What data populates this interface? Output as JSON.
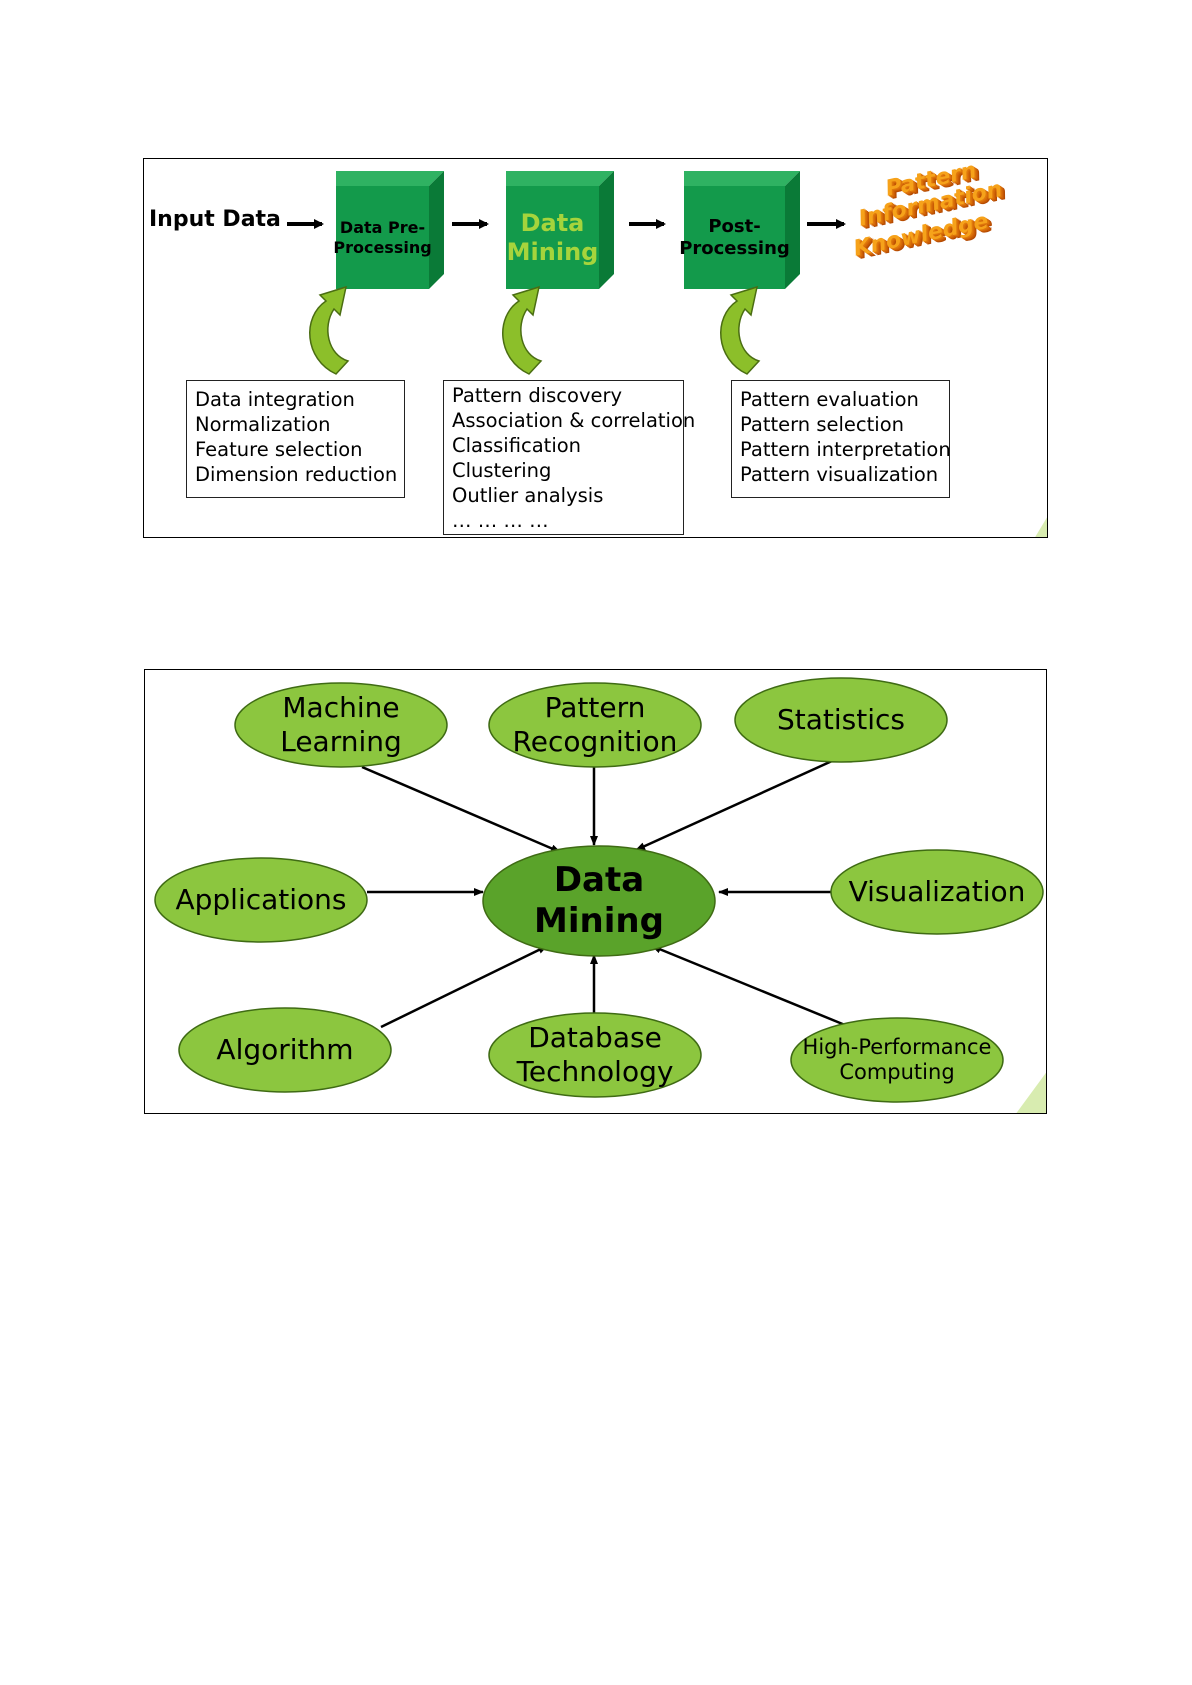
{
  "process_diagram": {
    "input_label": "Input Data",
    "stages": [
      {
        "label": "Data Pre-\nProcessing",
        "text_color": "#000000"
      },
      {
        "label": "Data\nMining",
        "text_color": "#a6d43c"
      },
      {
        "label": "Post-\nProcessing",
        "text_color": "#000000"
      }
    ],
    "output_words": [
      "Pattern",
      "Information",
      "Knowledge"
    ],
    "task_lists": [
      [
        "Data integration",
        "Normalization",
        "Feature selection",
        "Dimension reduction"
      ],
      [
        "Pattern discovery",
        "Association & correlation",
        "Classification",
        "Clustering",
        "Outlier analysis",
        "… … … …"
      ],
      [
        "Pattern evaluation",
        "Pattern selection",
        "Pattern interpretation",
        "Pattern visualization"
      ]
    ],
    "colors": {
      "cube_front": "#139a4b",
      "cube_top": "#2fb262",
      "cube_side": "#0a7a37",
      "curved_arrow": "#8cbf2a",
      "output": "#f6a21a"
    }
  },
  "concept_diagram": {
    "center": "Data Mining",
    "nodes": {
      "machine_learning": "Machine\nLearning",
      "pattern_recognition": "Pattern\nRecognition",
      "statistics": "Statistics",
      "applications": "Applications",
      "visualization": "Visualization",
      "algorithm": "Algorithm",
      "database_technology": "Database\nTechnology",
      "high_performance_computing": "High-Performance\nComputing"
    },
    "colors": {
      "node_fill": "#8cc63f",
      "center_fill": "#5aa32a",
      "node_stroke": "#3f6b14"
    }
  }
}
